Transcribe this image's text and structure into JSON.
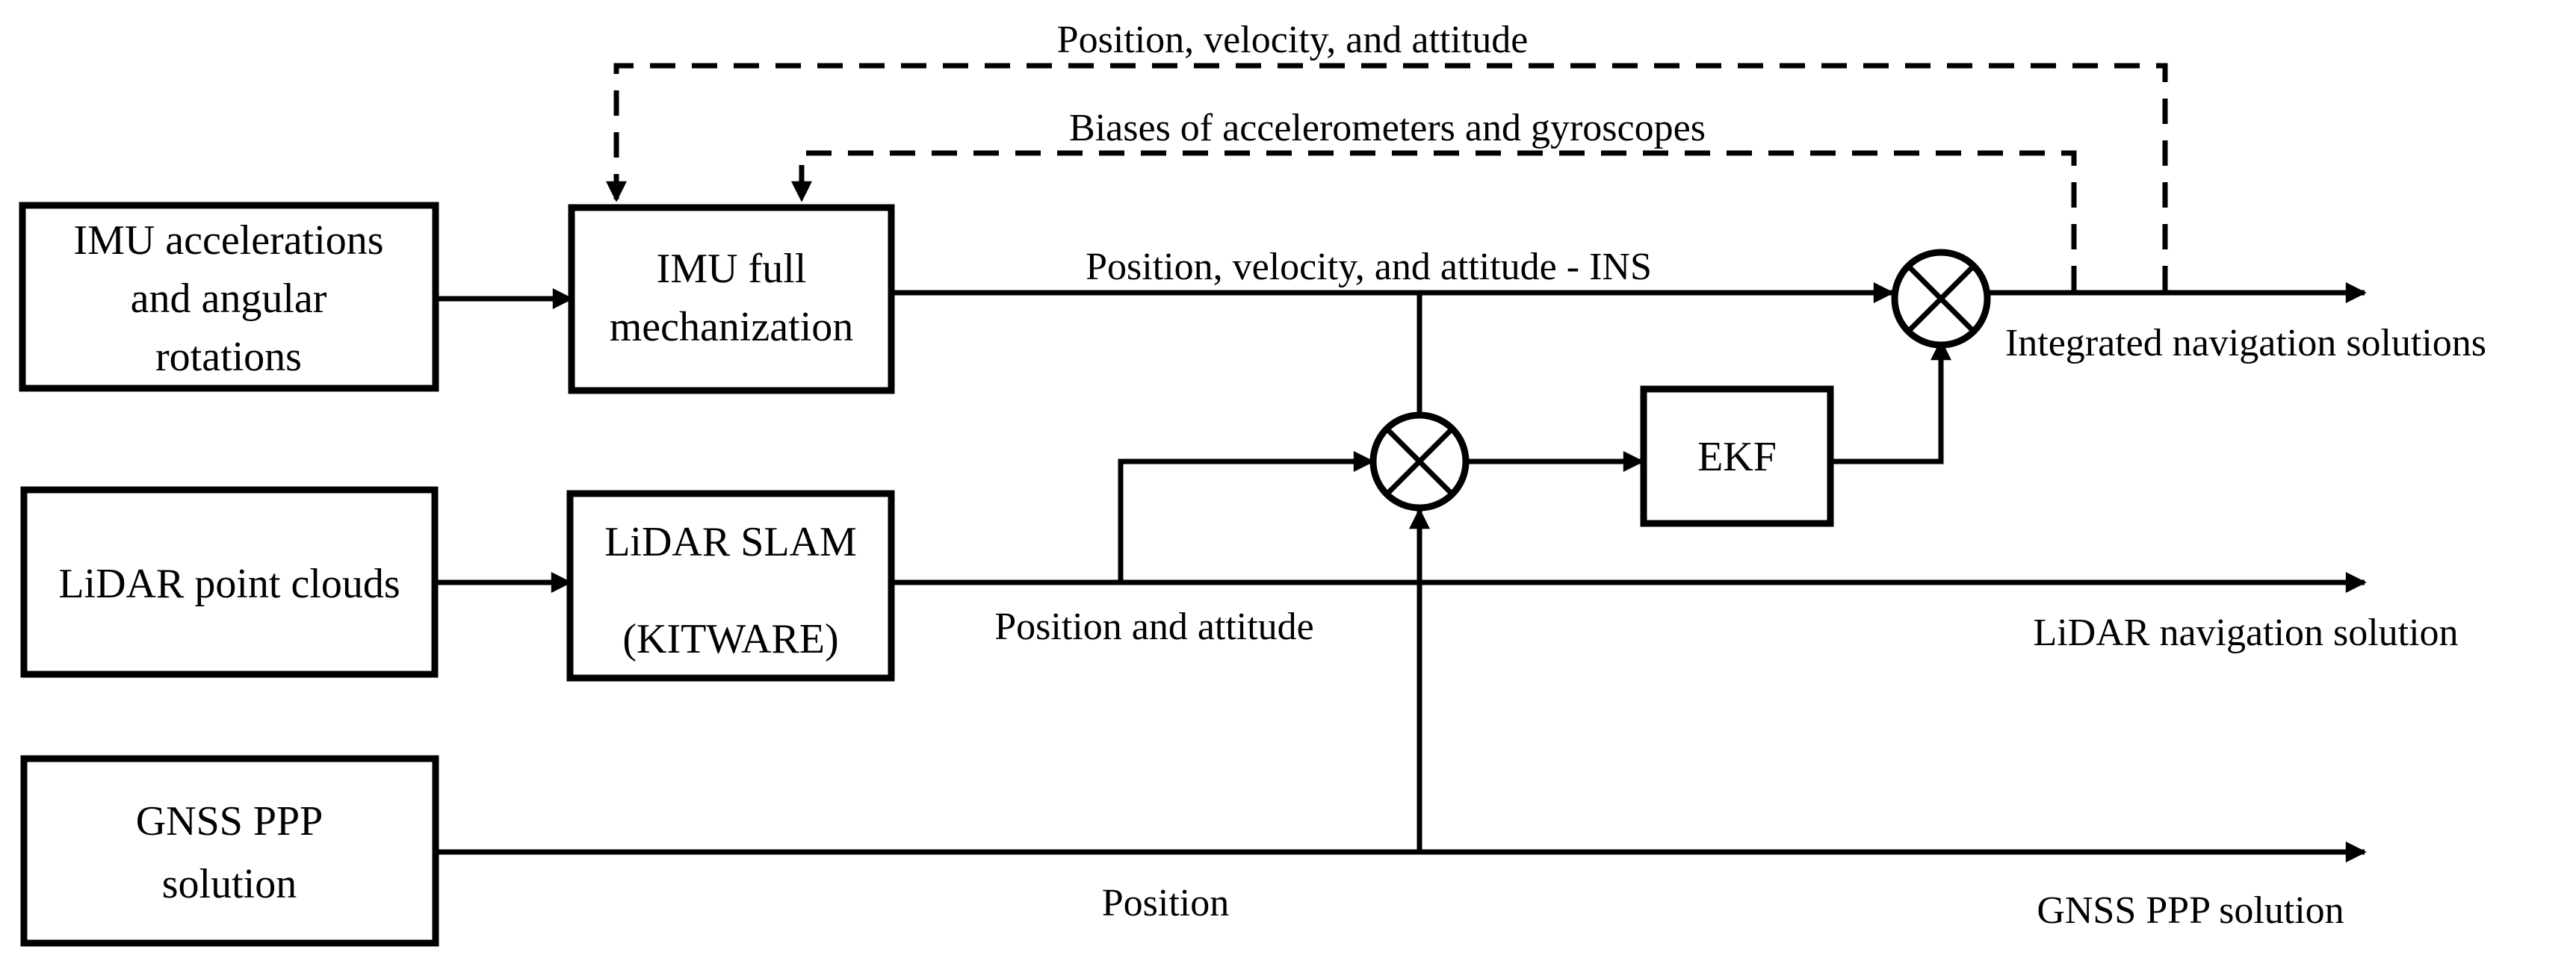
{
  "boxes": {
    "imu_input": [
      "IMU accelerations",
      "and angular",
      "rotations"
    ],
    "imu_mech": [
      "IMU full",
      "mechanization"
    ],
    "lidar_input": [
      "LiDAR point clouds"
    ],
    "lidar_slam": [
      "LiDAR SLAM",
      "(KITWARE)"
    ],
    "gnss_input": [
      "GNSS PPP",
      "solution"
    ],
    "ekf": [
      "EKF"
    ]
  },
  "labels": {
    "pva_feedback": "Position, velocity, and attitude",
    "bias_feedback": "Biases of accelerometers and gyroscopes",
    "pva_ins": "Position, velocity, and attitude - INS",
    "lidar_pos_att": "Position and attitude",
    "gnss_pos": "Position"
  },
  "outputs": {
    "integrated": "Integrated navigation solutions",
    "lidar": "LiDAR navigation solution",
    "gnss": "GNSS PPP solution"
  }
}
